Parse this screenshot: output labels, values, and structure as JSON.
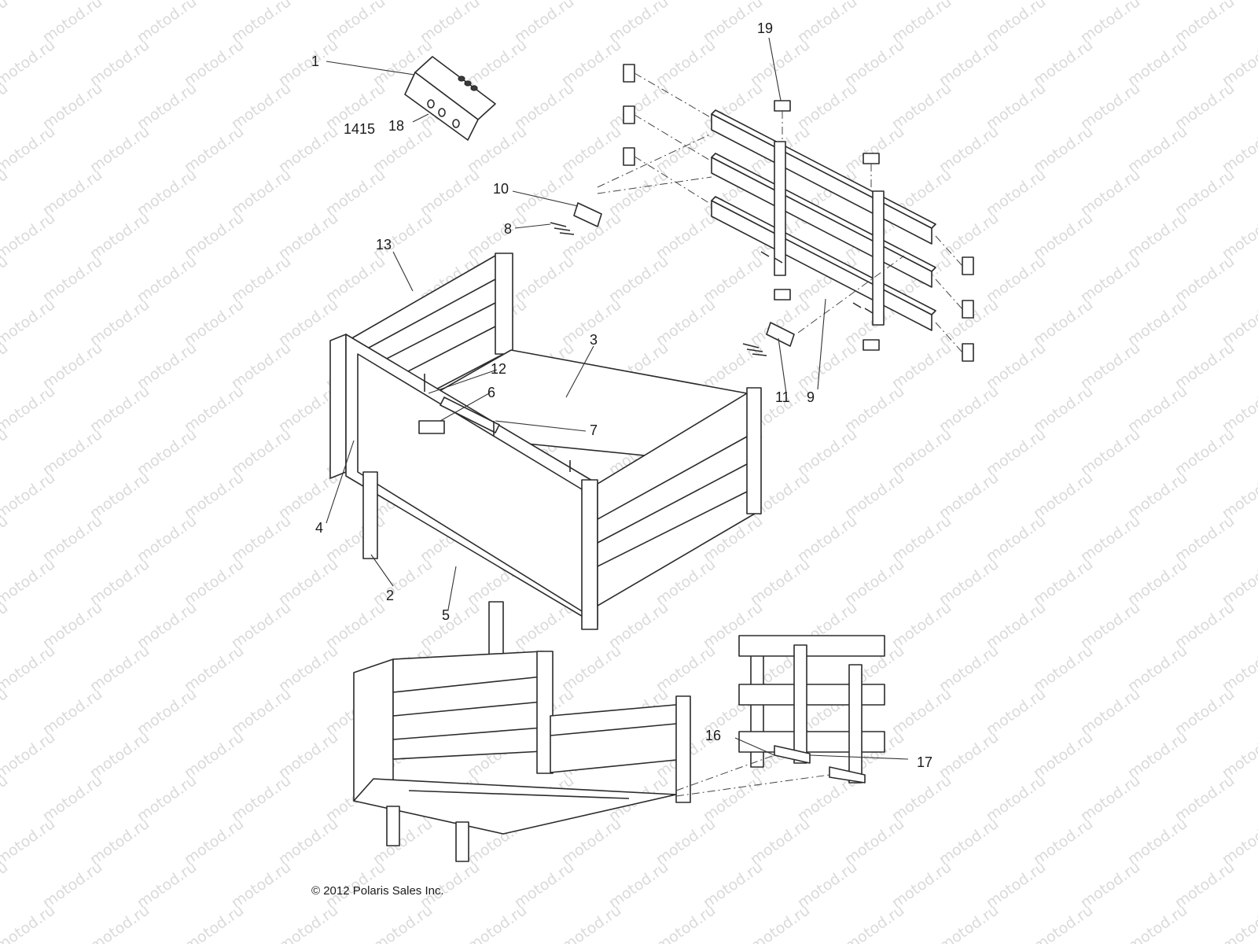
{
  "diagram": {
    "watermark": "motod.ru",
    "callouts": {
      "c1": "1",
      "c2": "2",
      "c3": "3",
      "c4": "4",
      "c5": "5",
      "c6": "6",
      "c7": "7",
      "c8": "8",
      "c9": "9",
      "c10": "10",
      "c11": "11",
      "c12": "12",
      "c13": "13",
      "c14_15": "1415",
      "c16": "16",
      "c17": "17",
      "c18": "18",
      "c19": "19"
    },
    "copyright": "© 2012 Polaris Sales Inc."
  }
}
